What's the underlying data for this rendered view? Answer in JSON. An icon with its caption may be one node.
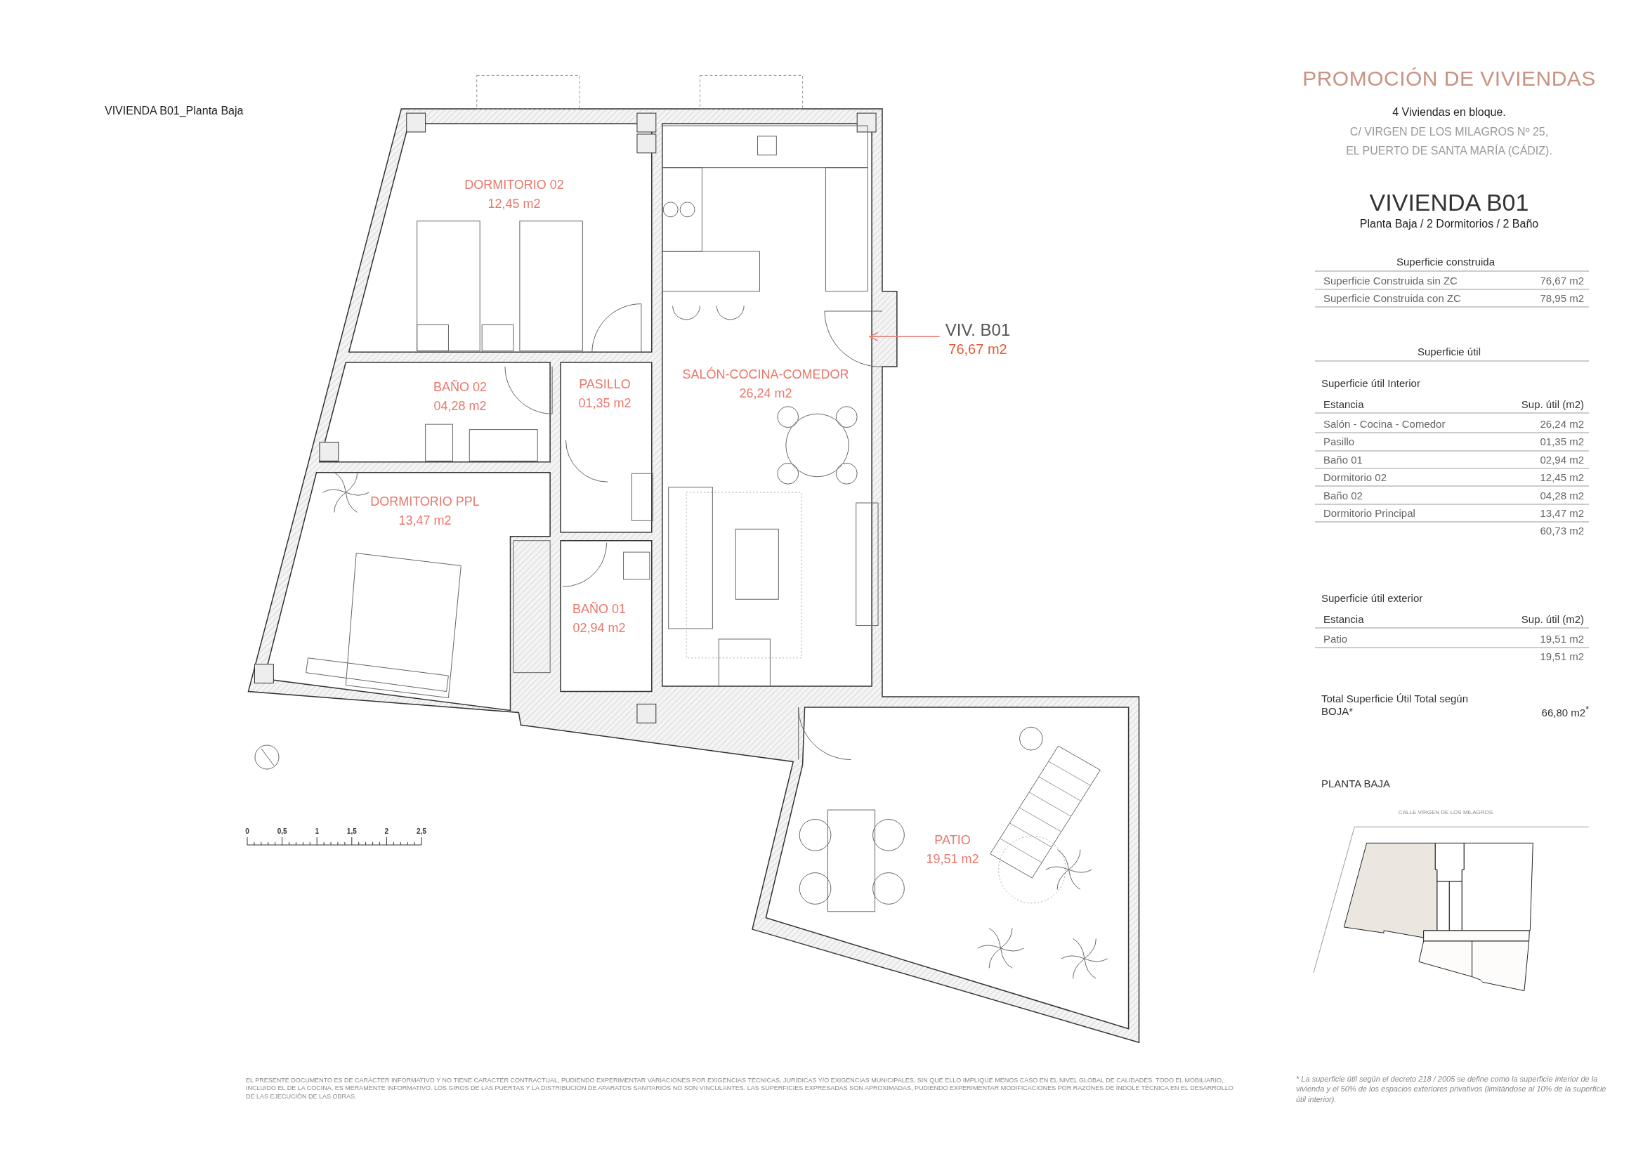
{
  "diagram": {
    "title": "PROMOCIÓN DE VIVIENDAS",
    "nodes": [
      {
        "text": [
          "DORMITORIO 02",
          "12,45 m2"
        ]
      },
      {
        "text": [
          "BAÑO 02",
          "04,28 m2"
        ]
      },
      {
        "text": [
          "PASILLO",
          "01,35 m2"
        ]
      },
      {
        "text": [
          "SALÓN-COCINA-COMEDOR",
          "26,24 m2"
        ]
      },
      {
        "text": [
          "VIV. B01",
          "76,67 m2"
        ]
      },
      {
        "text": [
          "DORMITORIO PPL",
          "13,47 m2"
        ]
      },
      {
        "text": [
          "BAÑO 01",
          "02,94 m2"
        ]
      },
      {
        "text": [
          "PATIO",
          "19,51 m2"
        ]
      }
    ],
    "edges": [
      {
        "from": 4,
        "to": 3,
        "arrow": "to"
      }
    ],
    "labels": [
      "VIVIENDA B01_Planta Baja",
      "4 Viviendas en bloque.",
      "C/ VIRGEN DE LOS MILAGROS Nº 25,",
      "EL PUERTO DE SANTA MARÍA (CÁDIZ).",
      "VIVIENDA B01",
      "Planta Baja / 2 Dormitorios / 2 Baño",
      "Superficie construida",
      "Superficie Construida sin ZC",
      "76,67 m2",
      "Superficie Construida con ZC",
      "78,95 m2",
      "Superficie útil",
      "Superficie útil Interior",
      "Estancia",
      "Sup. útil (m2)",
      "Salón - Cocina - Comedor",
      "26,24 m2",
      "Pasillo",
      "01,35 m2",
      "Baño 01",
      "02,94 m2",
      "Dormitorio 02",
      "12,45 m2",
      "Baño 02",
      "04,28 m2",
      "Dormitorio Principal",
      "13,47 m2",
      "60,73 m2",
      "Superficie útil exterior",
      "Estancia",
      "Sup. útil (m2)",
      "Patio",
      "19,51 m2",
      "19,51 m2",
      "Total Superficie Útil Total según BOJA*",
      "66,80 m2$^{*}$",
      "PLANTA BAJA",
      "CALLE VIRGEN DE LOS MILAGROS",
      "0",
      "0,5",
      "1",
      "1,5",
      "2",
      "2,5",
      "EL PRESENTE DOCUMENTO ES DE CARÁCTER INFORMATIVO Y NO TIENE CARÁCTER CONTRACTUAL, PUDIENDO EXPERIMENTAR VARIACIONES POR EXIGENCIAS TÉCNICAS, JURÍDICAS Y/O EXIGENCIAS MUNICIPALES, SIN QUE ELLO IMPLIQUE MENOS CASO EN EL NIVEL GLOBAL DE CALIDADES. TODO EL MOBILIARIO, INCLUIDO EL DE LA COCINA, ES MERAMENTE INFORMATIVO. LOS GIROS DE LAS PUERTAS Y LA DISTRIBUCIÓN DE APARATOS SANITARIOS NO SON VINCULANTES. LAS SUPERFICIES EXPRESADAS SON APROXIMADAS, PUDIENDO EXPERIMENTAR MODIFICACIONES POR RAZONES DE ÍNDOLE TÉCNICA EN EL DESARROLLO DE LAS EJECUCIÓN DE LAS OBRAS.",
      "* La superficie útil según el decreto 218 / 2005 se define como la superficie interior de la vivienda y el 50% de los espacios exteriores privativos (limitándose al 10% de la superficie útil interior)."
    ]
  }
}
